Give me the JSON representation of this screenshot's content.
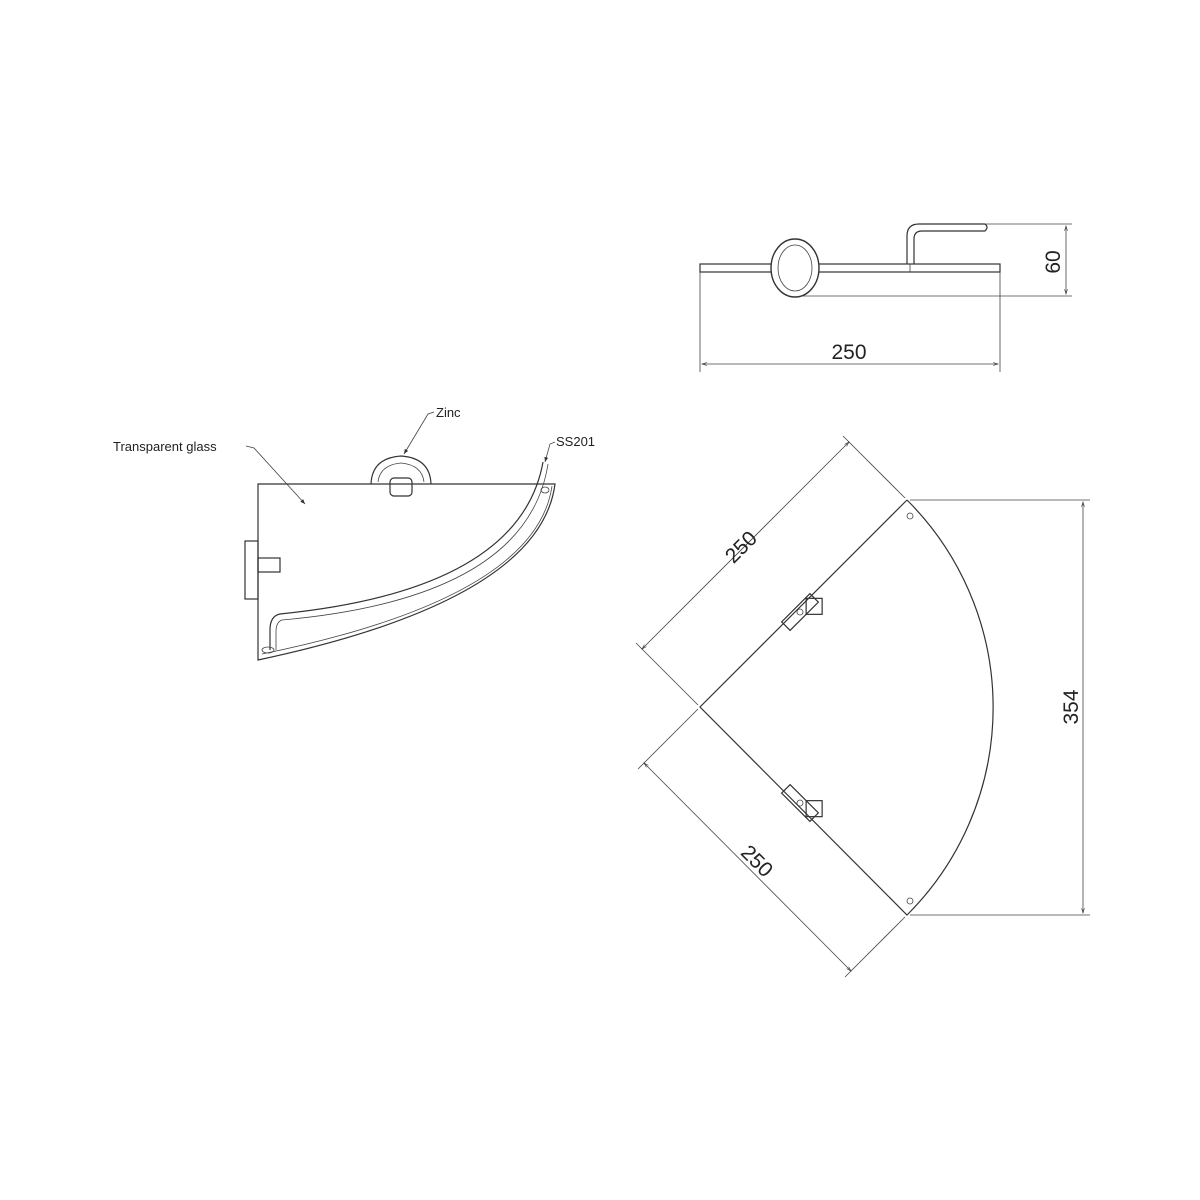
{
  "labels": {
    "glass": "Transparent glass",
    "knob": "Zinc",
    "rail": "SS201"
  },
  "dimensions": {
    "top_width": "250",
    "top_height": "60",
    "plan_edge_upper": "250",
    "plan_edge_lower": "250",
    "plan_chord": "354"
  },
  "colors": {
    "line": "#333333",
    "background": "#ffffff"
  }
}
